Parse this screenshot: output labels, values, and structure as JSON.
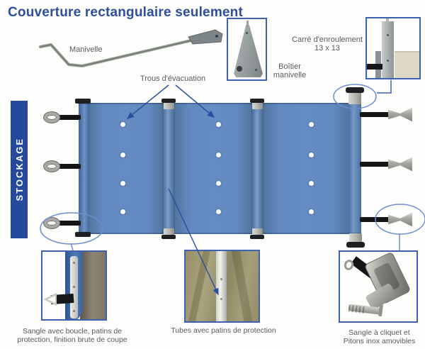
{
  "title": "Couverture rectangulaire seulement",
  "sidebar": {
    "label": "STOCKAGE"
  },
  "labels": {
    "manivelle": "Manivelle",
    "boitier_line1": "Boîtier",
    "boitier_line2": "manivelle",
    "carre_line1": "Carré d'enroulement",
    "carre_line2": "13 x 13",
    "trous": "Trous d'évacuation"
  },
  "captions": {
    "sangle_boucle_line1": "Sangle avec boucle, patins de",
    "sangle_boucle_line2": "protection, finition brute de coupe",
    "tubes": "Tubes avec patins de protection",
    "cliquet_line1": "Sangle à cliquet et",
    "cliquet_line2": "Pitons inox amovibles"
  },
  "colors": {
    "title_blue": "#2c4f9e",
    "sidebar_blue": "#27499c",
    "cover_blue": "#5b82b8",
    "box_border_blue": "#3f62b0",
    "callout_blue": "#6d8ecd",
    "label_grey": "#595a5c",
    "strap_black": "#141517",
    "metal_grey": "#a9a9a3"
  }
}
